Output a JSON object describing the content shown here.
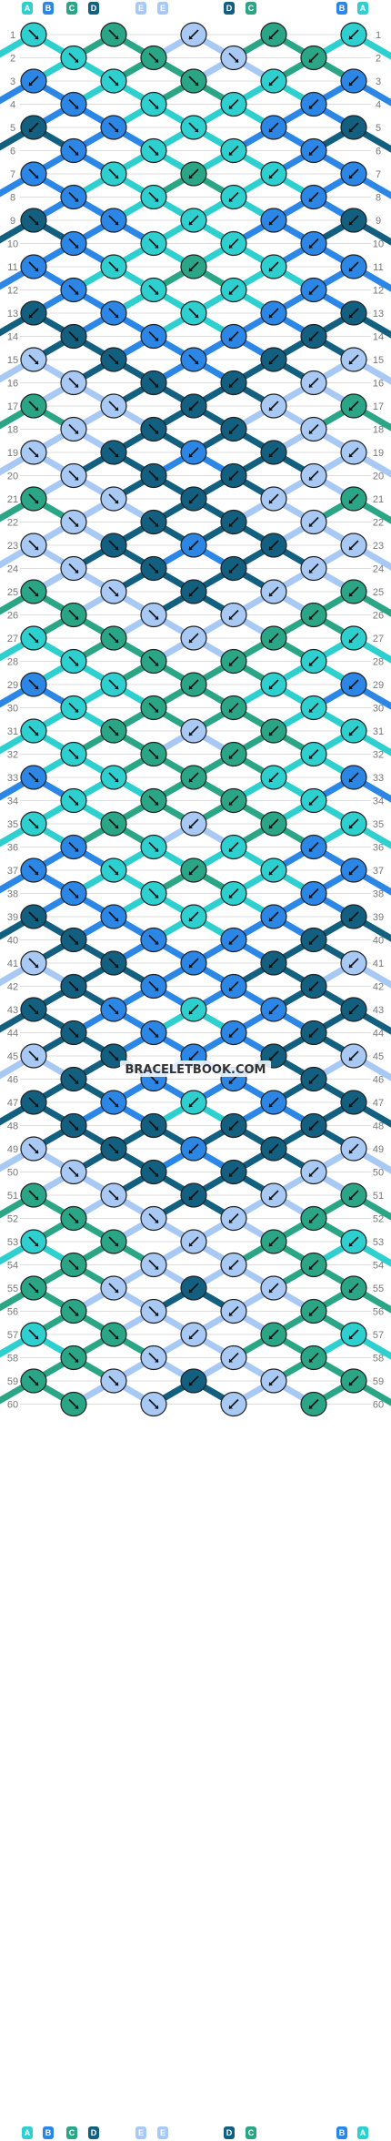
{
  "watermark": "BRACELETBOOK.COM",
  "strand_labels": [
    "A",
    "B",
    "C",
    "D",
    "E",
    "E",
    "D",
    "C",
    "B",
    "A"
  ],
  "row_count": 60,
  "colors": {
    "A": "#2ecfcf",
    "B": "#2b86e6",
    "C": "#2aa585",
    "D": "#125f80",
    "E": "#a9c9f5"
  },
  "knot_rows": [
    [
      {
        "c": "A",
        "d": "r"
      },
      {
        "c": "C",
        "d": "r"
      },
      {
        "c": "E",
        "d": "l"
      },
      {
        "c": "C",
        "d": "l"
      },
      {
        "c": "A",
        "d": "l"
      }
    ],
    [
      {
        "c": "A",
        "d": "r"
      },
      {
        "c": "C",
        "d": "r"
      },
      {
        "c": "E",
        "d": "r"
      },
      {
        "c": "C",
        "d": "l"
      }
    ],
    [
      {
        "c": "B",
        "d": "l"
      },
      {
        "c": "A",
        "d": "r"
      },
      {
        "c": "C",
        "d": "r"
      },
      {
        "c": "A",
        "d": "l"
      },
      {
        "c": "B",
        "d": "l"
      }
    ],
    [
      {
        "c": "B",
        "d": "r"
      },
      {
        "c": "A",
        "d": "r"
      },
      {
        "c": "A",
        "d": "l"
      },
      {
        "c": "B",
        "d": "l"
      }
    ],
    [
      {
        "c": "D",
        "d": "l"
      },
      {
        "c": "B",
        "d": "r"
      },
      {
        "c": "A",
        "d": "r"
      },
      {
        "c": "B",
        "d": "l"
      },
      {
        "c": "D",
        "d": "l"
      }
    ],
    [
      {
        "c": "B",
        "d": "r"
      },
      {
        "c": "A",
        "d": "r"
      },
      {
        "c": "A",
        "d": "l"
      },
      {
        "c": "B",
        "d": "l"
      }
    ],
    [
      {
        "c": "B",
        "d": "r"
      },
      {
        "c": "A",
        "d": "r"
      },
      {
        "c": "C",
        "d": "l"
      },
      {
        "c": "A",
        "d": "l"
      },
      {
        "c": "B",
        "d": "l"
      }
    ],
    [
      {
        "c": "B",
        "d": "r"
      },
      {
        "c": "A",
        "d": "r"
      },
      {
        "c": "A",
        "d": "l"
      },
      {
        "c": "B",
        "d": "l"
      }
    ],
    [
      {
        "c": "D",
        "d": "r"
      },
      {
        "c": "B",
        "d": "r"
      },
      {
        "c": "A",
        "d": "l"
      },
      {
        "c": "B",
        "d": "l"
      },
      {
        "c": "D",
        "d": "l"
      }
    ],
    [
      {
        "c": "B",
        "d": "r"
      },
      {
        "c": "A",
        "d": "r"
      },
      {
        "c": "A",
        "d": "l"
      },
      {
        "c": "B",
        "d": "l"
      }
    ],
    [
      {
        "c": "B",
        "d": "r"
      },
      {
        "c": "A",
        "d": "r"
      },
      {
        "c": "C",
        "d": "l"
      },
      {
        "c": "A",
        "d": "l"
      },
      {
        "c": "B",
        "d": "l"
      }
    ],
    [
      {
        "c": "B",
        "d": "r"
      },
      {
        "c": "A",
        "d": "r"
      },
      {
        "c": "A",
        "d": "l"
      },
      {
        "c": "B",
        "d": "l"
      }
    ],
    [
      {
        "c": "D",
        "d": "l"
      },
      {
        "c": "B",
        "d": "r"
      },
      {
        "c": "A",
        "d": "r"
      },
      {
        "c": "B",
        "d": "l"
      },
      {
        "c": "D",
        "d": "l"
      }
    ],
    [
      {
        "c": "D",
        "d": "r"
      },
      {
        "c": "B",
        "d": "r"
      },
      {
        "c": "B",
        "d": "l"
      },
      {
        "c": "D",
        "d": "l"
      }
    ],
    [
      {
        "c": "E",
        "d": "r"
      },
      {
        "c": "D",
        "d": "r"
      },
      {
        "c": "B",
        "d": "r"
      },
      {
        "c": "D",
        "d": "l"
      },
      {
        "c": "E",
        "d": "l"
      }
    ],
    [
      {
        "c": "E",
        "d": "r"
      },
      {
        "c": "D",
        "d": "r"
      },
      {
        "c": "D",
        "d": "l"
      },
      {
        "c": "E",
        "d": "l"
      }
    ],
    [
      {
        "c": "C",
        "d": "r"
      },
      {
        "c": "E",
        "d": "r"
      },
      {
        "c": "D",
        "d": "l"
      },
      {
        "c": "E",
        "d": "l"
      },
      {
        "c": "C",
        "d": "l"
      }
    ],
    [
      {
        "c": "E",
        "d": "r"
      },
      {
        "c": "D",
        "d": "r"
      },
      {
        "c": "D",
        "d": "l"
      },
      {
        "c": "E",
        "d": "l"
      }
    ],
    [
      {
        "c": "E",
        "d": "r"
      },
      {
        "c": "D",
        "d": "r"
      },
      {
        "c": "B",
        "d": "l"
      },
      {
        "c": "D",
        "d": "l"
      },
      {
        "c": "E",
        "d": "l"
      }
    ],
    [
      {
        "c": "E",
        "d": "r"
      },
      {
        "c": "D",
        "d": "r"
      },
      {
        "c": "D",
        "d": "l"
      },
      {
        "c": "E",
        "d": "l"
      }
    ],
    [
      {
        "c": "C",
        "d": "r"
      },
      {
        "c": "E",
        "d": "r"
      },
      {
        "c": "D",
        "d": "l"
      },
      {
        "c": "E",
        "d": "l"
      },
      {
        "c": "C",
        "d": "l"
      }
    ],
    [
      {
        "c": "E",
        "d": "r"
      },
      {
        "c": "D",
        "d": "r"
      },
      {
        "c": "D",
        "d": "l"
      },
      {
        "c": "E",
        "d": "l"
      }
    ],
    [
      {
        "c": "E",
        "d": "r"
      },
      {
        "c": "D",
        "d": "r"
      },
      {
        "c": "B",
        "d": "l"
      },
      {
        "c": "D",
        "d": "l"
      },
      {
        "c": "E",
        "d": "l"
      }
    ],
    [
      {
        "c": "E",
        "d": "r"
      },
      {
        "c": "D",
        "d": "r"
      },
      {
        "c": "D",
        "d": "l"
      },
      {
        "c": "E",
        "d": "l"
      }
    ],
    [
      {
        "c": "C",
        "d": "r"
      },
      {
        "c": "E",
        "d": "r"
      },
      {
        "c": "D",
        "d": "l"
      },
      {
        "c": "E",
        "d": "l"
      },
      {
        "c": "C",
        "d": "l"
      }
    ],
    [
      {
        "c": "C",
        "d": "r"
      },
      {
        "c": "E",
        "d": "r"
      },
      {
        "c": "E",
        "d": "l"
      },
      {
        "c": "C",
        "d": "l"
      }
    ],
    [
      {
        "c": "A",
        "d": "r"
      },
      {
        "c": "C",
        "d": "r"
      },
      {
        "c": "E",
        "d": "l"
      },
      {
        "c": "C",
        "d": "l"
      },
      {
        "c": "A",
        "d": "l"
      }
    ],
    [
      {
        "c": "A",
        "d": "r"
      },
      {
        "c": "C",
        "d": "r"
      },
      {
        "c": "C",
        "d": "l"
      },
      {
        "c": "A",
        "d": "l"
      }
    ],
    [
      {
        "c": "B",
        "d": "r"
      },
      {
        "c": "A",
        "d": "r"
      },
      {
        "c": "C",
        "d": "l"
      },
      {
        "c": "A",
        "d": "l"
      },
      {
        "c": "B",
        "d": "l"
      }
    ],
    [
      {
        "c": "A",
        "d": "r"
      },
      {
        "c": "C",
        "d": "r"
      },
      {
        "c": "C",
        "d": "l"
      },
      {
        "c": "A",
        "d": "l"
      }
    ],
    [
      {
        "c": "A",
        "d": "r"
      },
      {
        "c": "C",
        "d": "r"
      },
      {
        "c": "E",
        "d": "l"
      },
      {
        "c": "C",
        "d": "l"
      },
      {
        "c": "A",
        "d": "l"
      }
    ],
    [
      {
        "c": "A",
        "d": "r"
      },
      {
        "c": "C",
        "d": "r"
      },
      {
        "c": "C",
        "d": "l"
      },
      {
        "c": "A",
        "d": "l"
      }
    ],
    [
      {
        "c": "B",
        "d": "r"
      },
      {
        "c": "A",
        "d": "r"
      },
      {
        "c": "C",
        "d": "l"
      },
      {
        "c": "A",
        "d": "l"
      },
      {
        "c": "B",
        "d": "l"
      }
    ],
    [
      {
        "c": "A",
        "d": "r"
      },
      {
        "c": "C",
        "d": "r"
      },
      {
        "c": "C",
        "d": "l"
      },
      {
        "c": "A",
        "d": "l"
      }
    ],
    [
      {
        "c": "A",
        "d": "r"
      },
      {
        "c": "C",
        "d": "r"
      },
      {
        "c": "E",
        "d": "l"
      },
      {
        "c": "C",
        "d": "l"
      },
      {
        "c": "A",
        "d": "l"
      }
    ],
    [
      {
        "c": "B",
        "d": "r"
      },
      {
        "c": "A",
        "d": "r"
      },
      {
        "c": "A",
        "d": "l"
      },
      {
        "c": "B",
        "d": "l"
      }
    ],
    [
      {
        "c": "B",
        "d": "r"
      },
      {
        "c": "A",
        "d": "r"
      },
      {
        "c": "C",
        "d": "l"
      },
      {
        "c": "A",
        "d": "l"
      },
      {
        "c": "B",
        "d": "l"
      }
    ],
    [
      {
        "c": "B",
        "d": "r"
      },
      {
        "c": "A",
        "d": "r"
      },
      {
        "c": "A",
        "d": "l"
      },
      {
        "c": "B",
        "d": "l"
      }
    ],
    [
      {
        "c": "D",
        "d": "r"
      },
      {
        "c": "B",
        "d": "r"
      },
      {
        "c": "A",
        "d": "l"
      },
      {
        "c": "B",
        "d": "l"
      },
      {
        "c": "D",
        "d": "l"
      }
    ],
    [
      {
        "c": "D",
        "d": "r"
      },
      {
        "c": "B",
        "d": "r"
      },
      {
        "c": "B",
        "d": "l"
      },
      {
        "c": "D",
        "d": "l"
      }
    ],
    [
      {
        "c": "E",
        "d": "r"
      },
      {
        "c": "D",
        "d": "r"
      },
      {
        "c": "B",
        "d": "l"
      },
      {
        "c": "D",
        "d": "l"
      },
      {
        "c": "E",
        "d": "l"
      }
    ],
    [
      {
        "c": "D",
        "d": "r"
      },
      {
        "c": "B",
        "d": "r"
      },
      {
        "c": "B",
        "d": "l"
      },
      {
        "c": "D",
        "d": "l"
      }
    ],
    [
      {
        "c": "D",
        "d": "r"
      },
      {
        "c": "B",
        "d": "r"
      },
      {
        "c": "A",
        "d": "l"
      },
      {
        "c": "B",
        "d": "l"
      },
      {
        "c": "D",
        "d": "l"
      }
    ],
    [
      {
        "c": "D",
        "d": "r"
      },
      {
        "c": "B",
        "d": "r"
      },
      {
        "c": "B",
        "d": "l"
      },
      {
        "c": "D",
        "d": "l"
      }
    ],
    [
      {
        "c": "E",
        "d": "r"
      },
      {
        "c": "D",
        "d": "r"
      },
      {
        "c": "B",
        "d": "l"
      },
      {
        "c": "D",
        "d": "l"
      },
      {
        "c": "E",
        "d": "l"
      }
    ],
    [
      {
        "c": "D",
        "d": "r"
      },
      {
        "c": "B",
        "d": "r"
      },
      {
        "c": "B",
        "d": "l"
      },
      {
        "c": "D",
        "d": "l"
      }
    ],
    [
      {
        "c": "D",
        "d": "r"
      },
      {
        "c": "B",
        "d": "r"
      },
      {
        "c": "A",
        "d": "l"
      },
      {
        "c": "B",
        "d": "l"
      },
      {
        "c": "D",
        "d": "l"
      }
    ],
    [
      {
        "c": "D",
        "d": "r"
      },
      {
        "c": "D",
        "d": "r"
      },
      {
        "c": "D",
        "d": "l"
      },
      {
        "c": "D",
        "d": "l"
      }
    ],
    [
      {
        "c": "E",
        "d": "r"
      },
      {
        "c": "D",
        "d": "r"
      },
      {
        "c": "B",
        "d": "l"
      },
      {
        "c": "D",
        "d": "l"
      },
      {
        "c": "E",
        "d": "l"
      }
    ],
    [
      {
        "c": "E",
        "d": "r"
      },
      {
        "c": "D",
        "d": "r"
      },
      {
        "c": "D",
        "d": "l"
      },
      {
        "c": "E",
        "d": "l"
      }
    ],
    [
      {
        "c": "C",
        "d": "r"
      },
      {
        "c": "E",
        "d": "r"
      },
      {
        "c": "D",
        "d": "l"
      },
      {
        "c": "E",
        "d": "l"
      },
      {
        "c": "C",
        "d": "l"
      }
    ],
    [
      {
        "c": "C",
        "d": "r"
      },
      {
        "c": "E",
        "d": "r"
      },
      {
        "c": "E",
        "d": "l"
      },
      {
        "c": "C",
        "d": "l"
      }
    ],
    [
      {
        "c": "A",
        "d": "r"
      },
      {
        "c": "C",
        "d": "r"
      },
      {
        "c": "E",
        "d": "l"
      },
      {
        "c": "C",
        "d": "l"
      },
      {
        "c": "A",
        "d": "l"
      }
    ],
    [
      {
        "c": "C",
        "d": "r"
      },
      {
        "c": "E",
        "d": "r"
      },
      {
        "c": "E",
        "d": "l"
      },
      {
        "c": "C",
        "d": "l"
      }
    ],
    [
      {
        "c": "C",
        "d": "r"
      },
      {
        "c": "E",
        "d": "r"
      },
      {
        "c": "D",
        "d": "l"
      },
      {
        "c": "E",
        "d": "l"
      },
      {
        "c": "C",
        "d": "l"
      }
    ],
    [
      {
        "c": "C",
        "d": "r"
      },
      {
        "c": "E",
        "d": "r"
      },
      {
        "c": "E",
        "d": "l"
      },
      {
        "c": "C",
        "d": "l"
      }
    ],
    [
      {
        "c": "A",
        "d": "r"
      },
      {
        "c": "C",
        "d": "r"
      },
      {
        "c": "E",
        "d": "l"
      },
      {
        "c": "C",
        "d": "l"
      },
      {
        "c": "A",
        "d": "l"
      }
    ],
    [
      {
        "c": "C",
        "d": "r"
      },
      {
        "c": "E",
        "d": "r"
      },
      {
        "c": "E",
        "d": "l"
      },
      {
        "c": "C",
        "d": "l"
      }
    ],
    [
      {
        "c": "C",
        "d": "r"
      },
      {
        "c": "E",
        "d": "r"
      },
      {
        "c": "D",
        "d": "l"
      },
      {
        "c": "E",
        "d": "l"
      },
      {
        "c": "C",
        "d": "l"
      }
    ],
    [
      {
        "c": "C",
        "d": "r"
      },
      {
        "c": "E",
        "d": "r"
      },
      {
        "c": "E",
        "d": "l"
      },
      {
        "c": "C",
        "d": "l"
      }
    ]
  ]
}
